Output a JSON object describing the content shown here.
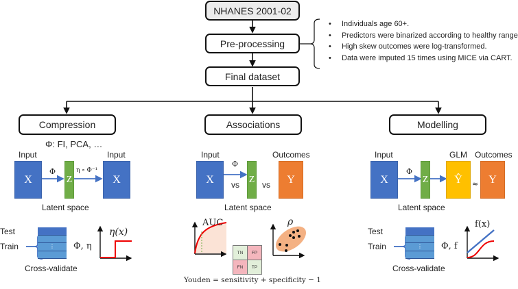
{
  "pipeline": {
    "source": "NHANES 2001-02",
    "preprocessing": "Pre-processing",
    "final": "Final dataset",
    "notes": [
      "Individuals age 60+.",
      "Predictors were binarized according to healthy ranges.",
      "High skew outcomes were log-transformed.",
      "Data were imputed 15 times using MICE via CART."
    ]
  },
  "compression": {
    "title": "Compression",
    "subtitle": "Φ: FI, PCA, …",
    "input_left": "Input",
    "input_right": "Input",
    "x": "X",
    "z": "Z",
    "phi": "Φ",
    "decoder": "η ∘ Φ⁻¹",
    "latent": "Latent space",
    "test": "Test",
    "train": "Train",
    "dots": "⋮",
    "params": "Φ, η",
    "cv": "Cross-validate",
    "plot_label": "η(x)"
  },
  "associations": {
    "title": "Associations",
    "input": "Input",
    "outcomes": "Outcomes",
    "x": "X",
    "z": "Z",
    "y": "Y",
    "phi": "Φ",
    "vs1": "vs",
    "vs2": "vs",
    "latent": "Latent space",
    "auc": "AUC",
    "rho": "ρ",
    "confusion": [
      "TN",
      "FP",
      "FN",
      "TP"
    ],
    "youden": "Youden = sensitivity + specificity  − 1"
  },
  "modelling": {
    "title": "Modelling",
    "input": "Input",
    "glm": "GLM",
    "outcomes": "Outcomes",
    "x": "X",
    "z": "Z",
    "yhat": "Ŷ",
    "approx": "≈",
    "y": "Y",
    "phi": "Φ",
    "latent": "Latent space",
    "test": "Test",
    "train": "Train",
    "dots": "⋮",
    "params": "Φ, f",
    "cv": "Cross-validate",
    "plot_label": "f(x)"
  }
}
